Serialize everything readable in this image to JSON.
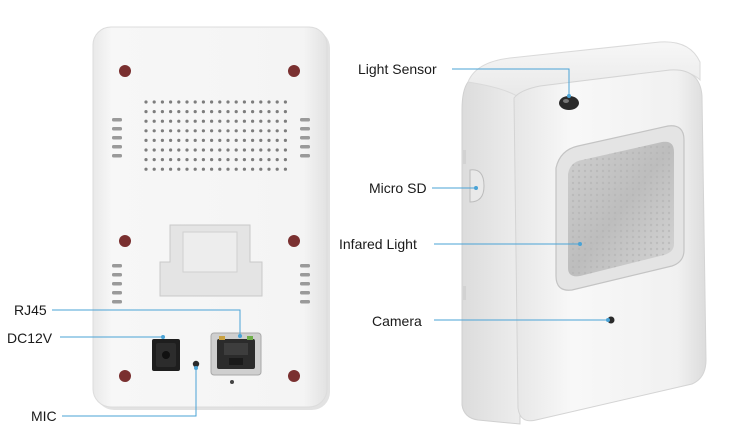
{
  "labels": {
    "light_sensor": "Light Sensor",
    "micro_sd": "Micro SD",
    "infrared_light": "Infared Light",
    "camera": "Camera",
    "rj45": "RJ45",
    "dc12v": "DC12V",
    "mic": "MIC"
  },
  "colors": {
    "background": "#ffffff",
    "device_body": "#f3f3f3",
    "device_shadow": "#d6d6d6",
    "callout_line": "#4aa3d6",
    "text": "#1a1a1a"
  }
}
